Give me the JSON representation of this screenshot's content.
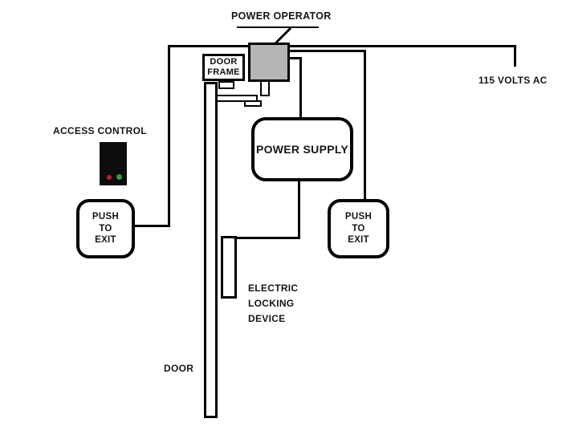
{
  "diagram": {
    "background": "#ffffff",
    "wire_color": "#000000",
    "power_operator": {
      "label": "POWER OPERATOR",
      "fill": "#b5b5b5"
    },
    "door_frame": {
      "lines": [
        "DOOR",
        "FRAME"
      ]
    },
    "voltage": {
      "label": "115 VOLTS AC"
    },
    "access_control": {
      "label": "ACCESS CONTROL",
      "body_color": "#0d0d0d",
      "led_red": "#b3242e",
      "led_green": "#2f9e47"
    },
    "push_to_exit_left": {
      "lines": [
        "PUSH",
        "TO",
        "EXIT"
      ]
    },
    "push_to_exit_right": {
      "lines": [
        "PUSH",
        "TO",
        "EXIT"
      ]
    },
    "power_supply": {
      "label": "POWER SUPPLY"
    },
    "electric_locking_device": {
      "lines": [
        "ELECTRIC",
        "LOCKING",
        "DEVICE"
      ]
    },
    "door": {
      "label": "DOOR"
    }
  }
}
